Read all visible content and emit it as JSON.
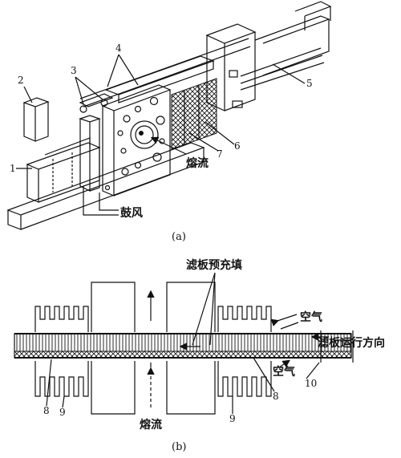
{
  "figure_a": {
    "callouts": [
      "1",
      "2",
      "3",
      "4",
      "5",
      "6",
      "7"
    ],
    "melt_label": "熔流",
    "blow_label": "鼓风",
    "caption": "(a)"
  },
  "figure_b": {
    "prefill_label": "滤板预充填",
    "air_label_top": "空气",
    "air_label_bottom": "空气",
    "direction_label": "滤板运行方向",
    "melt_label": "熔流",
    "callouts": [
      "8",
      "9",
      "8",
      "9",
      "10"
    ],
    "caption": "(b)"
  }
}
